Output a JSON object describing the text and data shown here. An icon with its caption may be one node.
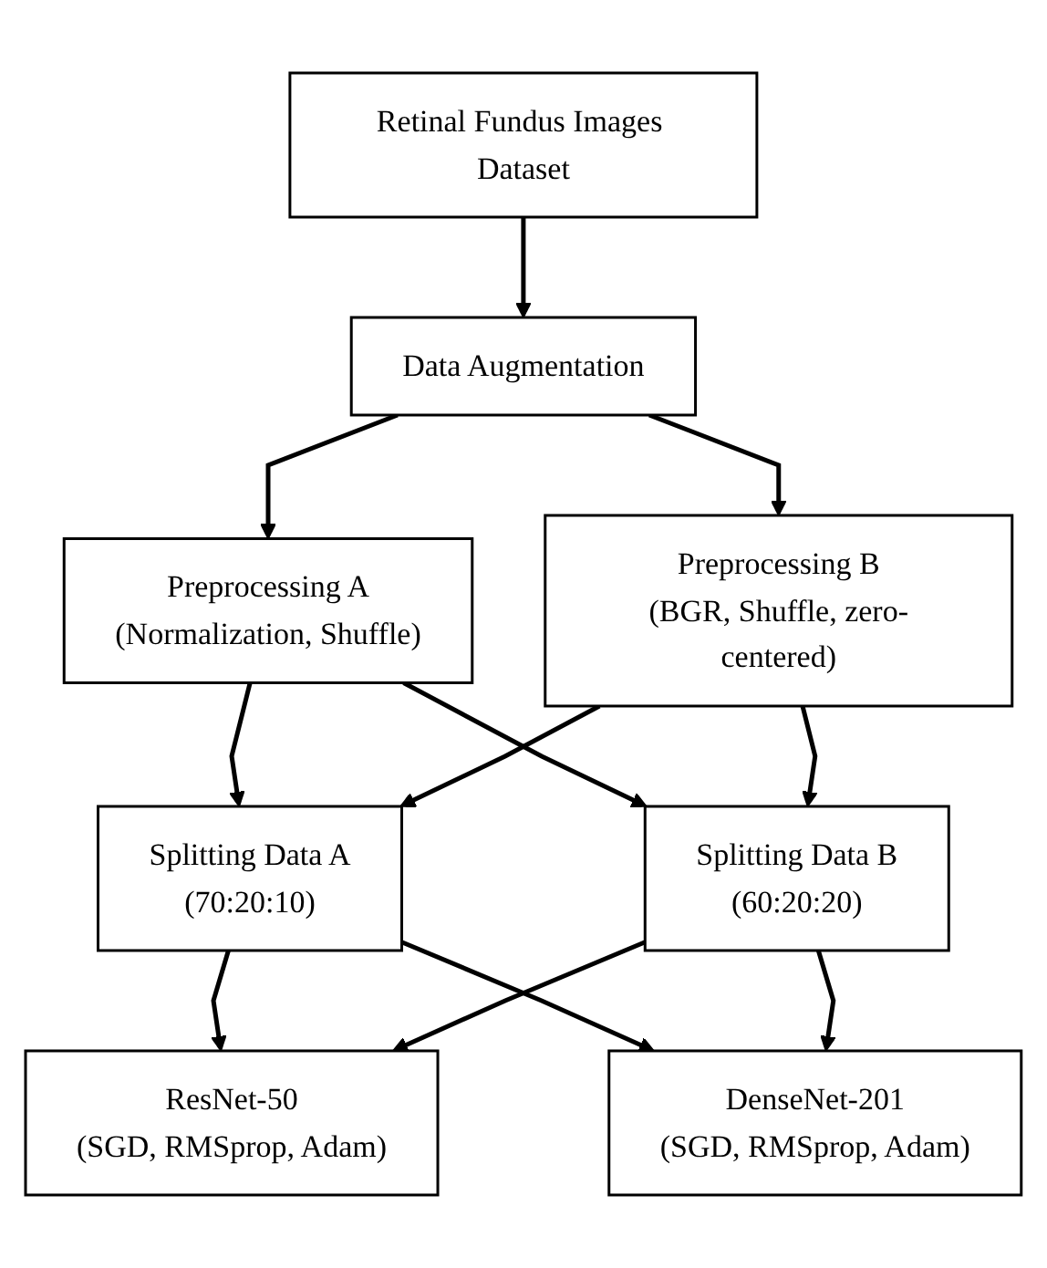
{
  "diagram": {
    "nodes": [
      {
        "text": [
          "Retinal Fundus Images Dataset"
        ]
      },
      {
        "text": [
          "Data Augmentation"
        ]
      },
      {
        "text": [
          "Preprocessing A",
          "(Normalization, Shuffle)"
        ]
      },
      {
        "text": [
          "Preprocessing B",
          "(BGR, Shuffle, zero-centered)"
        ]
      },
      {
        "text": [
          "Splitting Data A",
          "(70:20:10)"
        ]
      },
      {
        "text": [
          "Splitting Data B",
          "(60:20:20)"
        ]
      },
      {
        "text": [
          "ResNet-50",
          "(SGD, RMSprop, Adam)"
        ]
      },
      {
        "text": [
          "DenseNet-201",
          "(SGD, RMSprop, Adam)"
        ]
      }
    ],
    "edges": [
      {
        "from": 0,
        "to": 1,
        "arrow": "to"
      },
      {
        "from": 1,
        "to": 2,
        "arrow": "to"
      },
      {
        "from": 1,
        "to": 3,
        "arrow": "to"
      },
      {
        "from": 2,
        "to": 4,
        "arrow": "to"
      },
      {
        "from": 2,
        "to": 5,
        "arrow": "to"
      },
      {
        "from": 3,
        "to": 4,
        "arrow": "to"
      },
      {
        "from": 3,
        "to": 5,
        "arrow": "to"
      },
      {
        "from": 4,
        "to": 6,
        "arrow": "to"
      },
      {
        "from": 4,
        "to": 7,
        "arrow": "to"
      },
      {
        "from": 5,
        "to": 6,
        "arrow": "to"
      },
      {
        "from": 5,
        "to": 7,
        "arrow": "to"
      }
    ]
  }
}
